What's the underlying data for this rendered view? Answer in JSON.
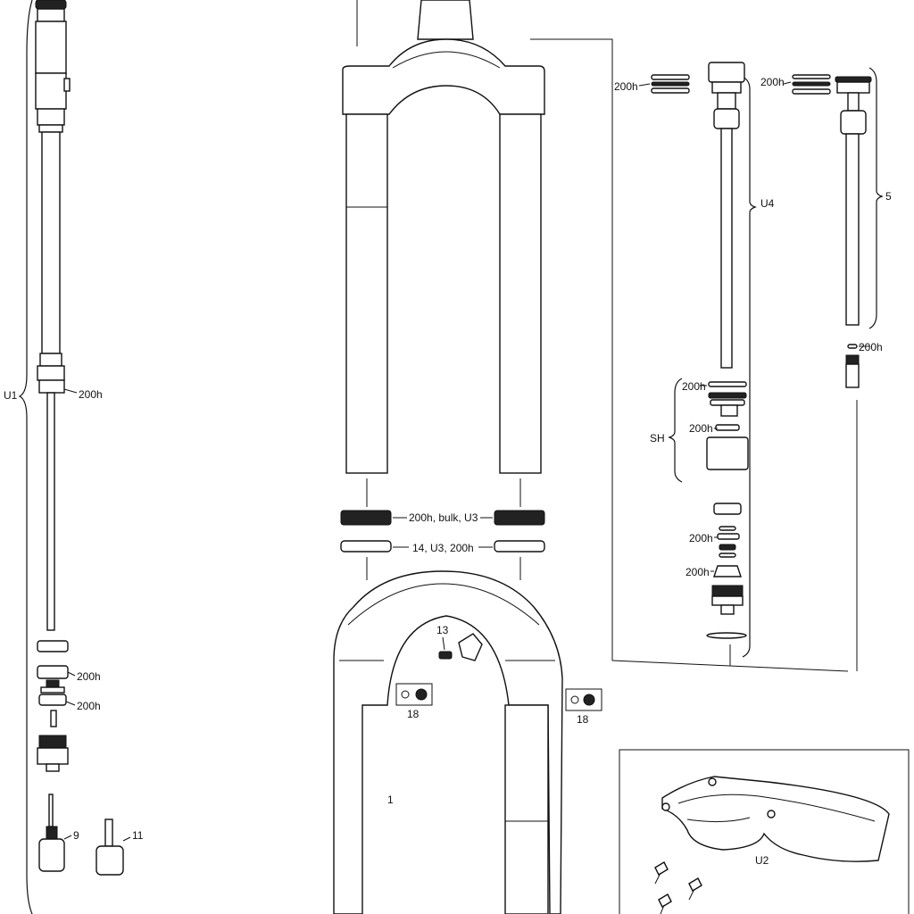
{
  "labels": {
    "u1": "U1",
    "u1_200h_a": "200h",
    "u1_200h_b": "200h",
    "u1_200h_c": "200h",
    "tool_9": "9",
    "tool_11": "11",
    "seal_kit_label": "200h, bulk, U3",
    "ring_label": "14, U3, 200h",
    "part_13": "13",
    "part_18_left": "18",
    "part_18_right": "18",
    "part_1": "1",
    "u4": "U4",
    "u4_200h": "200h",
    "sh": "SH",
    "sh_200h_a": "200h",
    "sh_200h_b": "200h",
    "damper_200h_a": "200h",
    "damper_200h_b": "200h",
    "part_5": "5",
    "part5_200h_a": "200h",
    "part5_200h_b": "200h",
    "u2": "U2"
  }
}
